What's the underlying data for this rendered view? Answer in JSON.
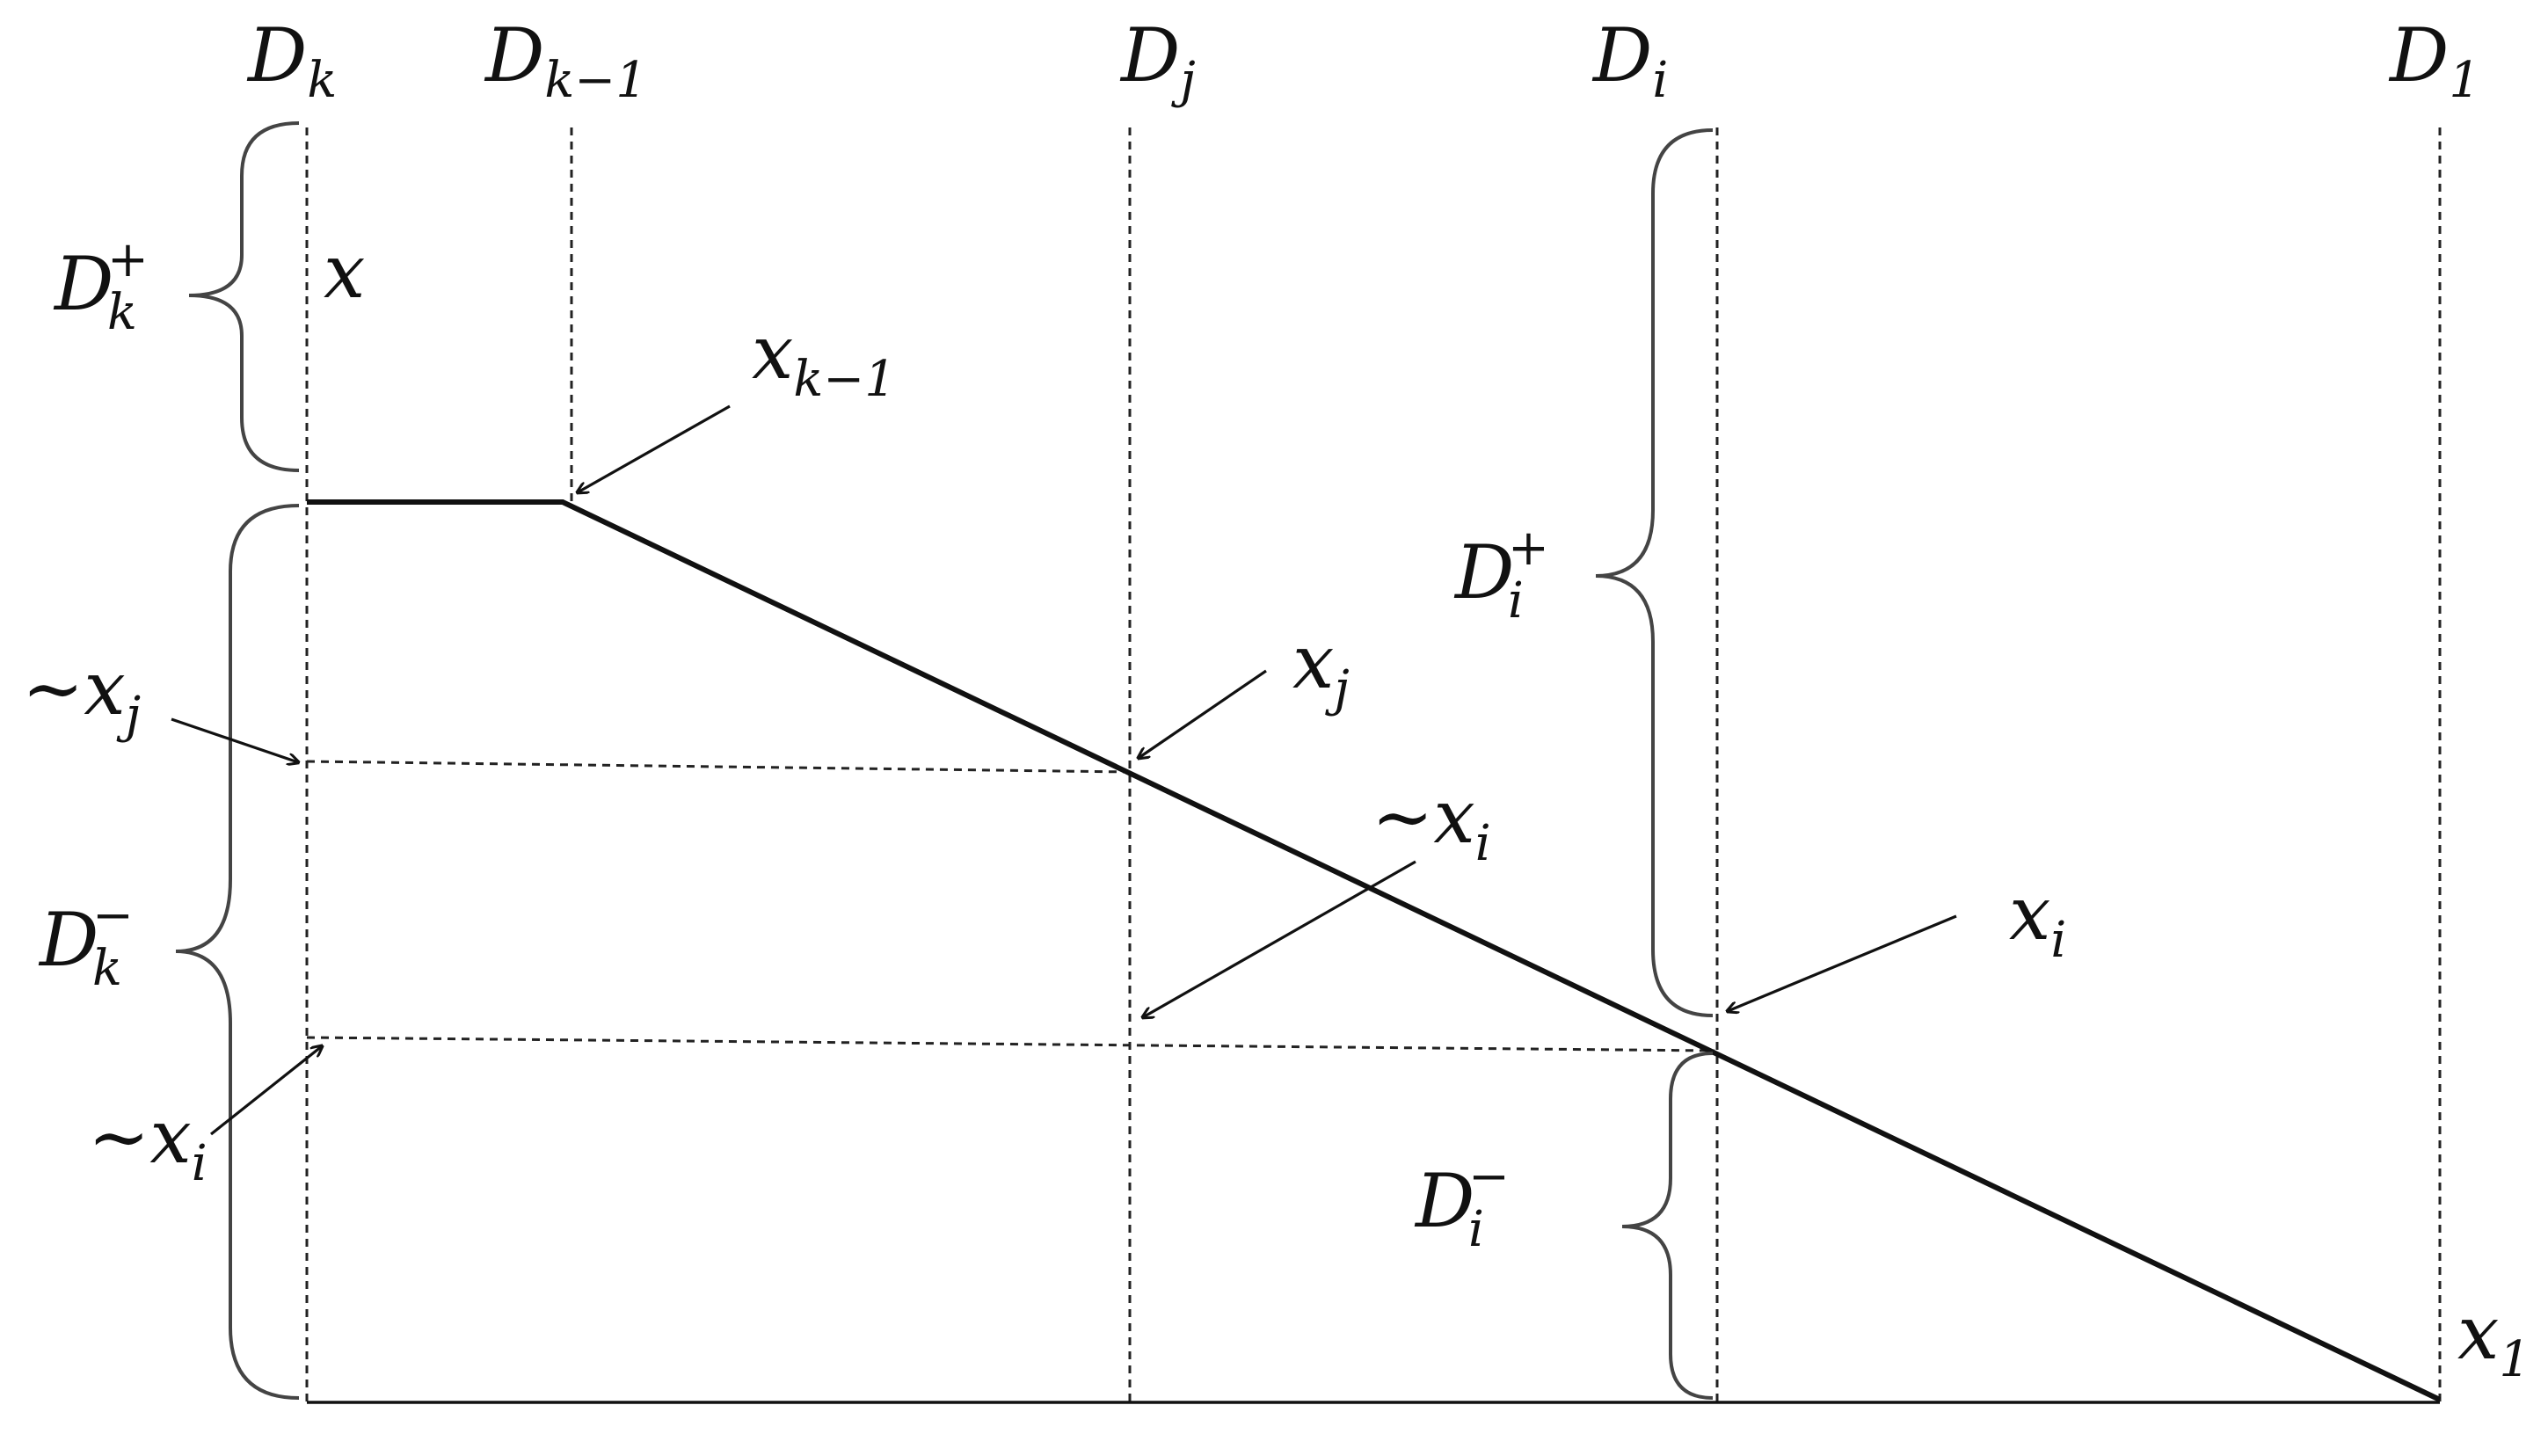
{
  "column_labels": {
    "dk": {
      "main": "D",
      "sub": "k"
    },
    "dk1": {
      "main": "D",
      "sub": "k−1"
    },
    "dj": {
      "main": "D",
      "sub": "j"
    },
    "di": {
      "main": "D",
      "sub": "i"
    },
    "d1": {
      "main": "D",
      "sub": "1"
    }
  },
  "region_labels": {
    "dk_plus": {
      "main": "D",
      "sup": "+",
      "sub": "k"
    },
    "dk_minus": {
      "main": "D",
      "sup": "−",
      "sub": "k"
    },
    "di_plus": {
      "main": "D",
      "sup": "+",
      "sub": "i"
    },
    "di_minus": {
      "main": "D",
      "sup": "−",
      "sub": "i"
    }
  },
  "point_labels": {
    "x": {
      "main": "x"
    },
    "xk1": {
      "main": "x",
      "sub": "k−1"
    },
    "xj": {
      "main": "x",
      "sub": "j"
    },
    "tilde_xi_mid": {
      "prefix": "∼",
      "main": "x",
      "sub": "i"
    },
    "xi": {
      "main": "x",
      "sub": "i"
    },
    "x1": {
      "main": "x",
      "sub": "1"
    },
    "tilde_xj_left": {
      "prefix": "∼",
      "main": "x",
      "sub": "j"
    },
    "tilde_xi_left": {
      "prefix": "∼",
      "main": "x",
      "sub": "i"
    }
  }
}
